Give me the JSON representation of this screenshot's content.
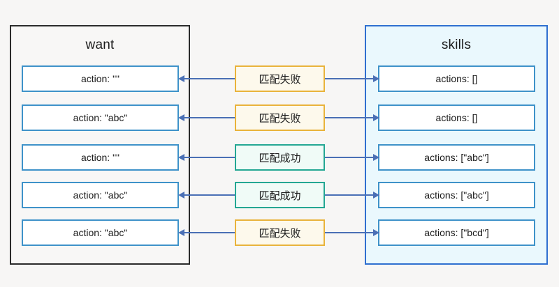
{
  "diagram": {
    "background_color": "#f7f6f5",
    "left_panel": {
      "title": "want",
      "border_color": "#2b2b2b",
      "fill_color": "#f8f7f6",
      "items": [
        {
          "label": "action: \"\""
        },
        {
          "label": "action: \"abc\""
        },
        {
          "label": "action: \"\""
        },
        {
          "label": "action: \"abc\""
        },
        {
          "label": "action: \"abc\""
        }
      ]
    },
    "right_panel": {
      "title": "skills",
      "border_color": "#2f6fd0",
      "fill_color": "#eaf8fd",
      "items": [
        {
          "label": "actions: []"
        },
        {
          "label": "actions: []"
        },
        {
          "label": "actions: [\"abc\"]"
        },
        {
          "label": "actions: [\"abc\"]"
        },
        {
          "label": "actions: [\"bcd\"]"
        }
      ]
    },
    "status_labels": [
      {
        "label": "匹配失败",
        "state": "fail"
      },
      {
        "label": "匹配失败",
        "state": "fail"
      },
      {
        "label": "匹配成功",
        "state": "ok"
      },
      {
        "label": "匹配成功",
        "state": "ok"
      },
      {
        "label": "匹配失败",
        "state": "fail"
      }
    ],
    "colors": {
      "item_box_border": "#3e92c9",
      "item_box_fill": "#ffffff",
      "fail_border": "#e9b33b",
      "fail_fill": "#fdf9ec",
      "ok_border": "#24a793",
      "ok_fill": "#f0fbf7",
      "connector": "#4a6fb5"
    }
  }
}
